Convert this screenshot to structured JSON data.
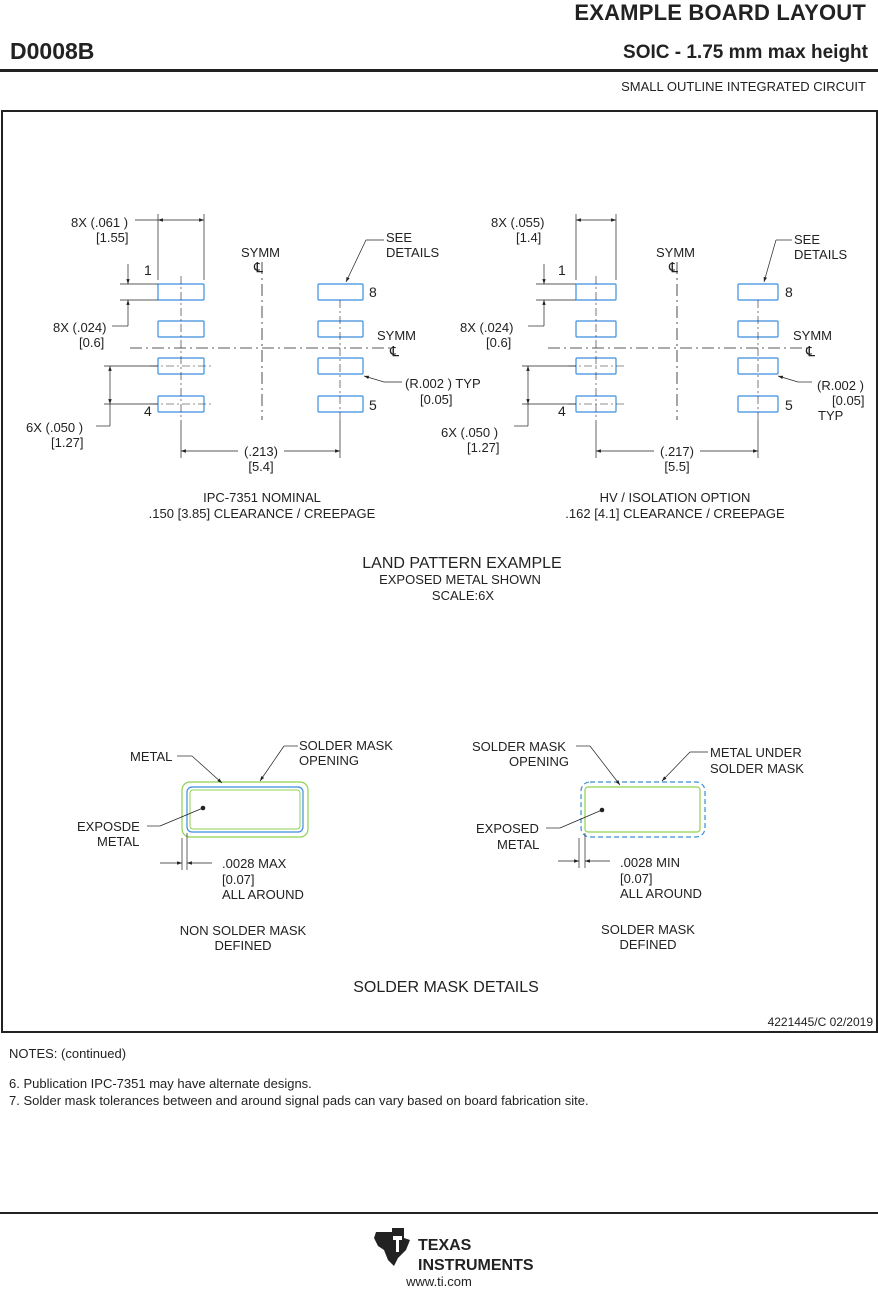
{
  "header": {
    "title": "EXAMPLE BOARD LAYOUT",
    "package_id": "D0008B",
    "package_desc": "SOIC - 1.75 mm max height",
    "subtitle": "SMALL OUTLINE INTEGRATED CIRCUIT"
  },
  "left_pattern": {
    "pad_width_dim": "8X (.061  )",
    "pad_width_mm": "[1.55]",
    "pin1": "1",
    "pin4": "4",
    "pin5": "5",
    "pin8": "8",
    "symm_top": "SYMM",
    "symm_right": "SYMM",
    "centerline": "℄",
    "see_details_1": "SEE",
    "see_details_2": "DETAILS",
    "pad_height_dim": "8X (.024)",
    "pad_height_mm": "[0.6]",
    "pitch_dim": "6X (.050  )",
    "pitch_mm": "[1.27]",
    "radius_dim": "(R.002  ) TYP",
    "radius_mm": "[0.05]",
    "span_dim": "(.213)",
    "span_mm": "[5.4]",
    "caption_1": "IPC-7351 NOMINAL",
    "caption_2": ".150 [3.85] CLEARANCE / CREEPAGE"
  },
  "right_pattern": {
    "pad_width_dim": "8X (.055)",
    "pad_width_mm": "[1.4]",
    "pin1": "1",
    "pin4": "4",
    "pin5": "5",
    "pin8": "8",
    "symm_top": "SYMM",
    "symm_right": "SYMM",
    "centerline": "℄",
    "see_details_1": "SEE",
    "see_details_2": "DETAILS",
    "pad_height_dim": "8X (.024)",
    "pad_height_mm": "[0.6]",
    "pitch_dim": "6X (.050  )",
    "pitch_mm": "[1.27]",
    "radius_dim": "(R.002  )",
    "radius_mm": "[0.05]",
    "radius_typ": "TYP",
    "span_dim": "(.217)",
    "span_mm": "[5.5]",
    "caption_1": "HV / ISOLATION OPTION",
    "caption_2": ".162 [4.1] CLEARANCE / CREEPAGE"
  },
  "land_pattern_caption": {
    "line1": "LAND PATTERN EXAMPLE",
    "line2": "EXPOSED METAL SHOWN",
    "line3": "SCALE:6X"
  },
  "nsmd": {
    "metal": "METAL",
    "opening_1": "SOLDER MASK",
    "opening_2": "OPENING",
    "exposed_1": "EXPOSDE",
    "exposed_2": "METAL",
    "clear_1": ".0028 MAX",
    "clear_2": "[0.07]",
    "clear_3": "ALL AROUND",
    "caption_1": "NON SOLDER MASK",
    "caption_2": "DEFINED"
  },
  "smd": {
    "opening_1": "SOLDER MASK",
    "opening_2": "OPENING",
    "under_1": "METAL UNDER",
    "under_2": "SOLDER MASK",
    "exposed_1": "EXPOSED",
    "exposed_2": "METAL",
    "clear_1": ".0028 MIN",
    "clear_2": "[0.07]",
    "clear_3": "ALL AROUND",
    "caption_1": "SOLDER MASK",
    "caption_2": "DEFINED"
  },
  "solder_mask_details_title": "SOLDER MASK DETAILS",
  "drawing_number": "4221445/C   02/2019",
  "notes": {
    "heading": "NOTES: (continued)",
    "note6": "6. Publication IPC-7351 may have alternate designs.",
    "note7": "7. Solder mask tolerances between and around signal pads can vary based on board fabrication site."
  },
  "footer": {
    "logo_line1": "TEXAS",
    "logo_line2": "INSTRUMENTS",
    "url": "www.ti.com"
  },
  "colors": {
    "pad_outline": "#3b8ede",
    "mask_green": "#8fd14f",
    "ink": "#222222"
  }
}
